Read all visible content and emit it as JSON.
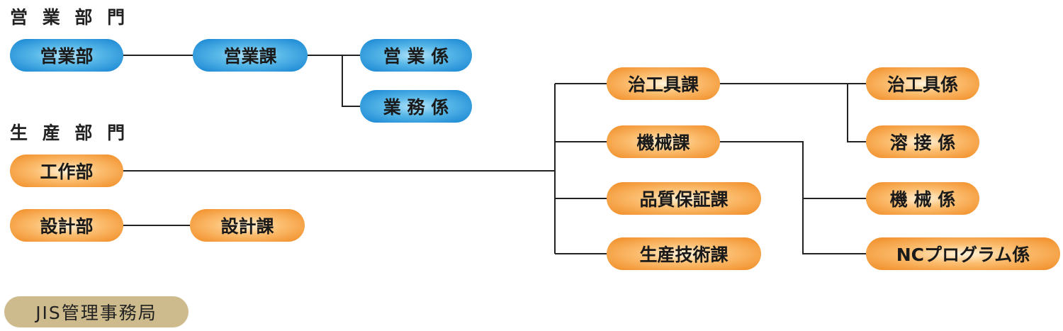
{
  "sections": {
    "sales": "営 業 部 門",
    "production": "生 産 部 門"
  },
  "nodes": {
    "eigyo_bu": "営業部",
    "eigyo_ka": "営業課",
    "eigyo_kakari": "営 業 係",
    "gyomu_kakari": "業 務 係",
    "kosaku_bu": "工作部",
    "sekkei_bu": "設計部",
    "sekkei_ka": "設計課",
    "jigu_ka": "治工具課",
    "kikai_ka": "機械課",
    "hinshitsu_ka": "品質保証課",
    "seisan_ka": "生産技術課",
    "jigu_kakari": "治工具係",
    "yosetsu_kakari": "溶 接 係",
    "kikai_kakari": "機 械 係",
    "nc_kakari": "NCプログラム係",
    "jis_office": "JIS管理事務局"
  },
  "colors": {
    "sales_node": "#1482d2",
    "production_node": "#f08a22",
    "office_node": "#cdbb8d",
    "connector": "#222222"
  }
}
